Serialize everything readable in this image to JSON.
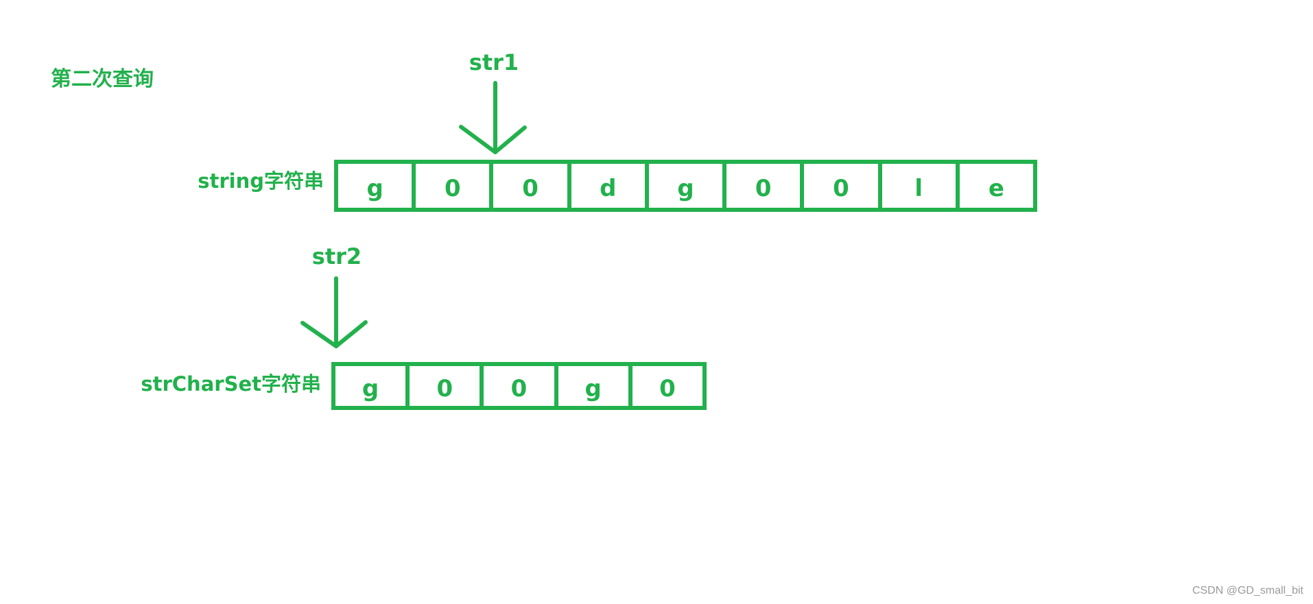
{
  "title": "第二次查询",
  "colors": {
    "accent": "#22b14c",
    "watermark": "#9a9a9a"
  },
  "rows": [
    {
      "label": "string字符串",
      "pointer": "str1",
      "pointer_index": 2,
      "cells": [
        "g",
        "0",
        "0",
        "d",
        "g",
        "0",
        "0",
        "l",
        "e"
      ]
    },
    {
      "label": "strCharSet字符串",
      "pointer": "str2",
      "pointer_index": 0,
      "cells": [
        "g",
        "0",
        "0",
        "g",
        "0"
      ]
    }
  ],
  "watermark": "CSDN @GD_small_bit"
}
